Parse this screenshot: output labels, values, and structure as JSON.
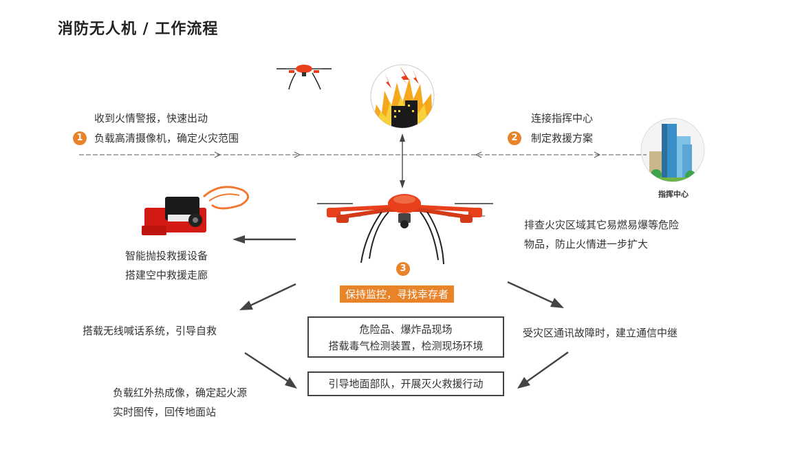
{
  "title": "消防无人机 / 工作流程",
  "steps": {
    "step1": {
      "number": "1",
      "line1": "收到火情警报，快速出动",
      "line2": "负载高清摄像机，确定火灾范围"
    },
    "step2": {
      "number": "2",
      "line1": "连接指挥中心",
      "line2": "制定救援方案"
    },
    "step3": {
      "number": "3",
      "label": "保持监控，寻找幸存者"
    }
  },
  "command_center_label": "指挥中心",
  "left_items": {
    "device_line1": "智能抛投救援设备",
    "device_line2": "搭建空中救援走廊",
    "speaker": "搭载无线喊话系统，引导自救",
    "thermal_line1": "负载红外热成像，确定起火源",
    "thermal_line2": "实时图传，回传地面站"
  },
  "right_items": {
    "hazard_line1": "排查火灾区域其它易燃易爆等危险",
    "hazard_line2": "物品，防止火情进一步扩大",
    "relay": "受灾区通讯故障时，建立通信中继"
  },
  "center_boxes": {
    "box1_line1": "危险品、爆炸品现场",
    "box1_line2": "搭载毒气检测装置，检测现场环境",
    "box2": "引导地面部队，开展灭火救援行动"
  },
  "colors": {
    "accent": "#e8832a",
    "drone_red": "#e8401c",
    "building_blue": "#3a8fc8"
  }
}
